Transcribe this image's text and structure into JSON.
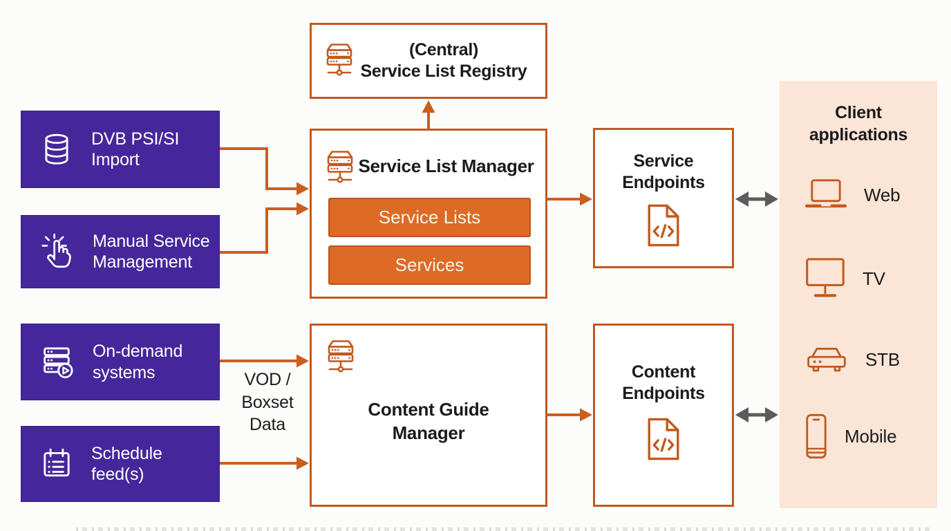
{
  "diagram": {
    "colors": {
      "purple": "#45279B",
      "orange_border": "#C2591C",
      "orange_fill": "#DD6A25",
      "orange_arrow": "#CB5E1F",
      "peach": "#FBE5D6",
      "gray_arrow": "#5C5C5C"
    },
    "registry": {
      "label": "(Central)\nService List Registry",
      "icon": "server-icon"
    },
    "service_list_manager": {
      "label": "Service List Manager",
      "icon": "server-icon",
      "items": [
        {
          "label": "Service Lists"
        },
        {
          "label": "Services"
        }
      ]
    },
    "service_endpoints": {
      "label": "Service\nEndpoints",
      "icon": "code-file-icon"
    },
    "content_guide_manager": {
      "label": "Content Guide\nManager",
      "icon": "server-icon"
    },
    "content_endpoints": {
      "label": "Content\nEndpoints",
      "icon": "code-file-icon"
    },
    "sources": [
      {
        "label": "DVB PSI/SI\nImport",
        "icon": "database-icon"
      },
      {
        "label": "Manual Service\nManagement",
        "icon": "hand-click-icon"
      },
      {
        "label": "On-demand\nsystems",
        "icon": "media-server-icon"
      },
      {
        "label": "Schedule\nfeed(s)",
        "icon": "calendar-icon"
      }
    ],
    "edge_labels": {
      "vod": "VOD /\nBoxset\nData"
    },
    "client_applications": {
      "title": "Client\napplications",
      "items": [
        {
          "label": "Web",
          "icon": "laptop-icon"
        },
        {
          "label": "TV",
          "icon": "tv-icon"
        },
        {
          "label": "STB",
          "icon": "stb-icon"
        },
        {
          "label": "Mobile",
          "icon": "mobile-icon"
        }
      ]
    }
  }
}
